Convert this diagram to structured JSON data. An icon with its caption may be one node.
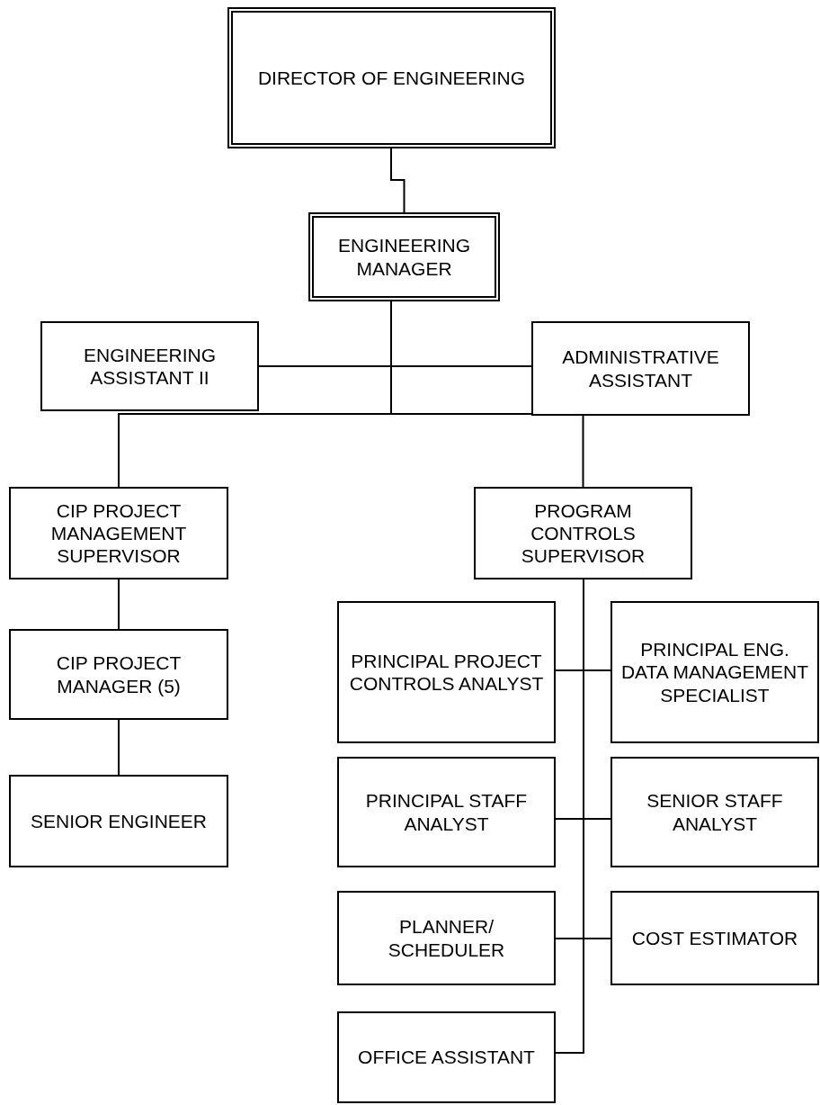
{
  "diagram": {
    "nodes": [
      {
        "text": [
          "DIRECTOR OF ENGINEERING"
        ]
      },
      {
        "text": [
          "ENGINEERING MANAGER"
        ]
      },
      {
        "text": [
          "ENGINEERING ASSISTANT II"
        ]
      },
      {
        "text": [
          "ADMINISTRATIVE ASSISTANT"
        ]
      },
      {
        "text": [
          "CIP PROJECT MANAGEMENT SUPERVISOR"
        ]
      },
      {
        "text": [
          "PROGRAM CONTROLS SUPERVISOR"
        ]
      },
      {
        "text": [
          "CIP PROJECT MANAGER (5)"
        ]
      },
      {
        "text": [
          "SENIOR ENGINEER"
        ]
      },
      {
        "text": [
          "PRINCIPAL PROJECT CONTROLS ANALYST"
        ]
      },
      {
        "text": [
          "PRINCIPAL ENG. DATA MANAGEMENT SPECIALIST"
        ]
      },
      {
        "text": [
          "PRINCIPAL STAFF ANALYST"
        ]
      },
      {
        "text": [
          "SENIOR STAFF ANALYST"
        ]
      },
      {
        "text": [
          "PLANNER/ SCHEDULER"
        ]
      },
      {
        "text": [
          "COST ESTIMATOR"
        ]
      },
      {
        "text": [
          "OFFICE ASSISTANT"
        ]
      }
    ],
    "edges": [
      {
        "from": 0,
        "to": 1,
        "arrow": "none"
      },
      {
        "from": 1,
        "to": 2,
        "arrow": "none"
      },
      {
        "from": 1,
        "to": 3,
        "arrow": "none"
      },
      {
        "from": 1,
        "to": 4,
        "arrow": "none"
      },
      {
        "from": 1,
        "to": 5,
        "arrow": "none"
      },
      {
        "from": 4,
        "to": 6,
        "arrow": "none"
      },
      {
        "from": 6,
        "to": 7,
        "arrow": "none"
      },
      {
        "from": 5,
        "to": 8,
        "arrow": "none"
      },
      {
        "from": 5,
        "to": 9,
        "arrow": "none"
      },
      {
        "from": 5,
        "to": 10,
        "arrow": "none"
      },
      {
        "from": 5,
        "to": 11,
        "arrow": "none"
      },
      {
        "from": 5,
        "to": 12,
        "arrow": "none"
      },
      {
        "from": 5,
        "to": 13,
        "arrow": "none"
      },
      {
        "from": 5,
        "to": 14,
        "arrow": "none"
      }
    ]
  }
}
